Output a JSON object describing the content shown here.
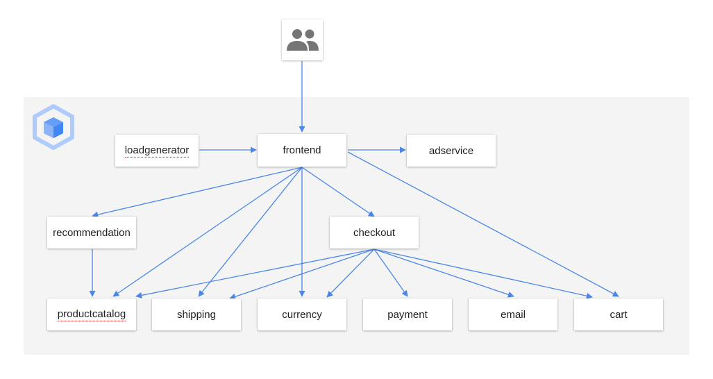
{
  "diagram": {
    "nodes": [
      {
        "id": "loadgenerator",
        "label": "loadgenerator"
      },
      {
        "id": "frontend",
        "label": "frontend"
      },
      {
        "id": "adservice",
        "label": "adservice"
      },
      {
        "id": "recommendation",
        "label": "recommendation"
      },
      {
        "id": "checkout",
        "label": "checkout"
      },
      {
        "id": "productcatalog",
        "label": "productcatalog"
      },
      {
        "id": "shipping",
        "label": "shipping"
      },
      {
        "id": "currency",
        "label": "currency"
      },
      {
        "id": "payment",
        "label": "payment"
      },
      {
        "id": "email",
        "label": "email"
      },
      {
        "id": "cart",
        "label": "cart"
      }
    ],
    "edges": [
      [
        "users",
        "frontend"
      ],
      [
        "loadgenerator",
        "frontend"
      ],
      [
        "frontend",
        "adservice"
      ],
      [
        "frontend",
        "recommendation"
      ],
      [
        "frontend",
        "productcatalog"
      ],
      [
        "frontend",
        "shipping"
      ],
      [
        "frontend",
        "currency"
      ],
      [
        "frontend",
        "checkout"
      ],
      [
        "frontend",
        "cart"
      ],
      [
        "recommendation",
        "productcatalog"
      ],
      [
        "checkout",
        "productcatalog"
      ],
      [
        "checkout",
        "shipping"
      ],
      [
        "checkout",
        "currency"
      ],
      [
        "checkout",
        "payment"
      ],
      [
        "checkout",
        "email"
      ],
      [
        "checkout",
        "cart"
      ]
    ],
    "colors": {
      "edge": "#4a86e8",
      "panel": "#f4f4f4",
      "users_icon": "#757575",
      "k8s_logo": "#aecbfa",
      "k8s_cube": "#4285f4"
    },
    "icons": {
      "users": "users-group-icon",
      "cluster": "kubernetes-engine-icon"
    }
  }
}
